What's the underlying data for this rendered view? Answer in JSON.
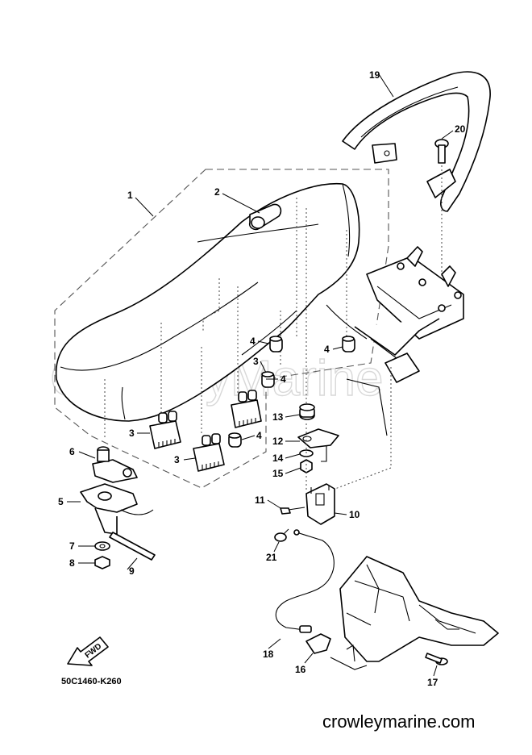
{
  "watermark": "CrowleyMarine",
  "site_url": "crowleymarine.com",
  "diagram_code": "50C1460-K260",
  "fwd_label": "FWD",
  "callouts": {
    "c1": "1",
    "c2": "2",
    "c3a": "3",
    "c3b": "3",
    "c3c": "3",
    "c4a": "4",
    "c4b": "4",
    "c4c": "4",
    "c4d": "4",
    "c5": "5",
    "c6": "6",
    "c7": "7",
    "c8": "8",
    "c9": "9",
    "c10": "10",
    "c11": "11",
    "c12": "12",
    "c13": "13",
    "c14": "14",
    "c15": "15",
    "c16": "16",
    "c17": "17",
    "c18": "18",
    "c19": "19",
    "c20": "20",
    "c21": "21"
  }
}
